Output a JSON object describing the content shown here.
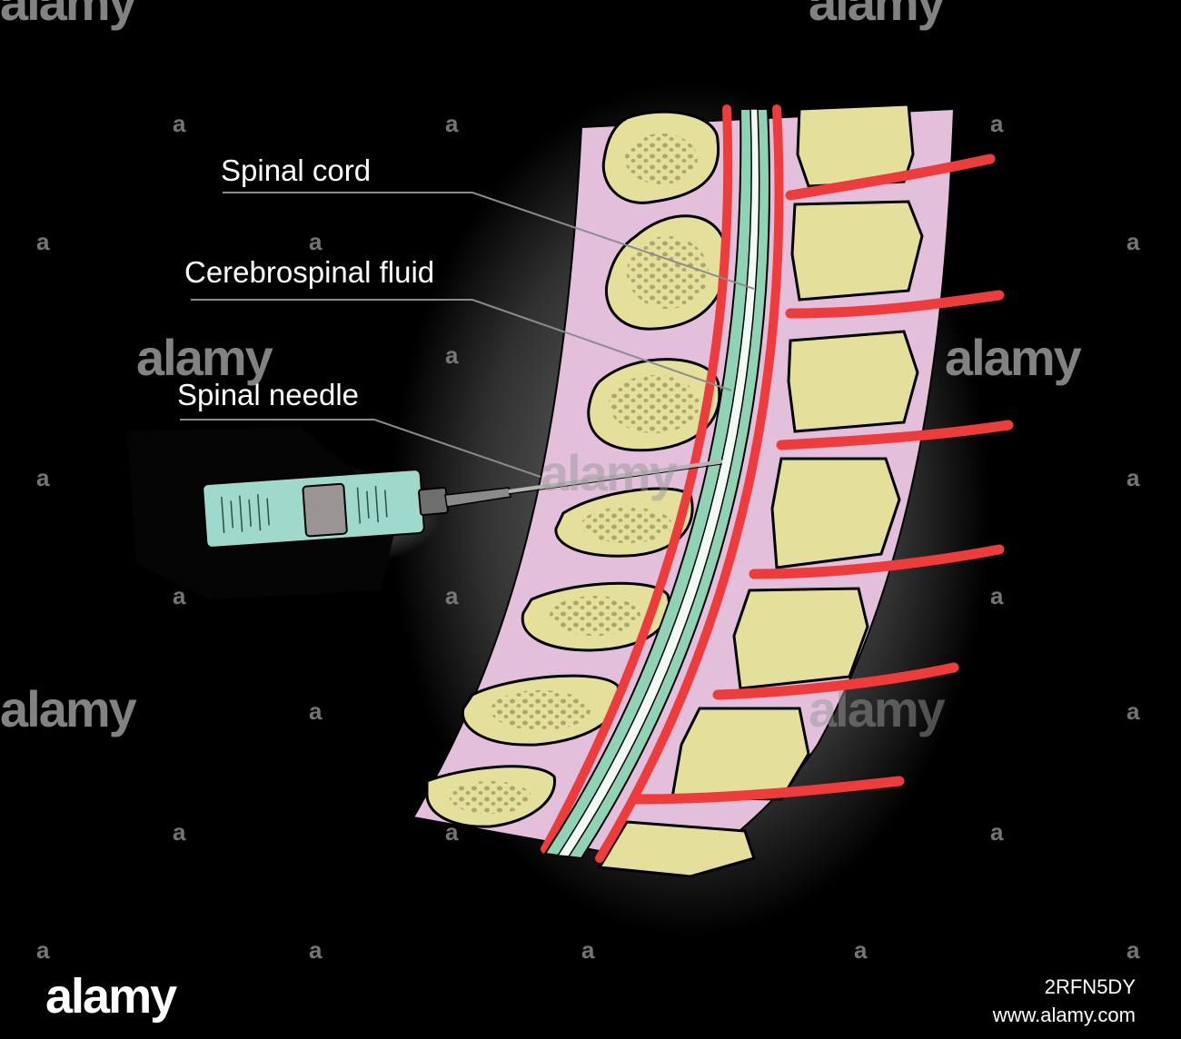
{
  "labels": {
    "spinal_cord": "Spinal cord",
    "csf": "Cerebrospinal fluid",
    "needle": "Spinal needle"
  },
  "watermark": {
    "brand": "alamy",
    "mark": "a"
  },
  "footer": {
    "brand": "alamy",
    "image_id": "2RFN5DY",
    "site": "www.alamy.com"
  },
  "colors": {
    "background": "#000000",
    "soft_tissue": "#e4bfdc",
    "bone": "#e4e09b",
    "bone_spots": "#a6a06a",
    "vessel": "#ee3b3b",
    "csf": "#8fd3b4",
    "cord": "#f2faf6",
    "syringe": "#9fd9cc",
    "plunger": "#9b9494",
    "leader_line": "#8c8c8c",
    "label_text": "#ffffff"
  }
}
